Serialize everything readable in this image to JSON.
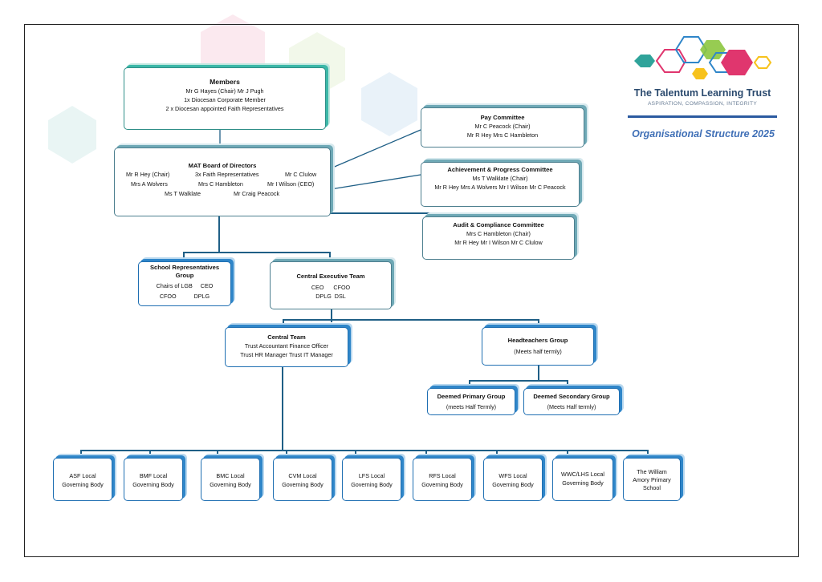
{
  "brand": {
    "name": "The Talentum Learning Trust",
    "tagline": "ASPIRATION, COMPASSION, INTEGRITY",
    "doc_title": "Organisational Structure 2025",
    "colors": {
      "teal": "#2fa39a",
      "blue": "#2f86c9",
      "pink": "#e0366e",
      "green": "#8cc63f",
      "yellow": "#f7c21c",
      "navy": "#2b4a6e"
    }
  },
  "members": {
    "title": "Members",
    "line1": "Mr G Hayes (Chair)  Mr J Pugh",
    "line2": "1x Diocesan Corporate Member",
    "line3": "2 x Diocesan appointed Faith Representatives"
  },
  "board": {
    "title": "MAT Board of Directors",
    "c1": "Mr R Hey (Chair)",
    "c2": "3x Faith Representatives",
    "c3": "Mr C Clulow",
    "c4": "Mrs A Wolvers",
    "c5": "Mrs C Hambleton",
    "c6": "Mr I Wilson (CEO)",
    "c7": "Ms T Walklate",
    "c8": "Mr Craig Peacock"
  },
  "pay": {
    "title": "Pay Committee",
    "line1": "Mr C Peacock (Chair)",
    "line2": "Mr R Hey    Mrs C Hambleton"
  },
  "achievement": {
    "title": "Achievement & Progress Committee",
    "line1": "Ms T Walklate (Chair)",
    "line2": "Mr R Hey   Mrs A Wolvers  Mr I Wilson   Mr C Peacock"
  },
  "audit": {
    "title": "Audit & Compliance Committee",
    "line1": "Mrs C Hambleton (Chair)",
    "line2": "Mr R Hey  Mr I Wilson Mr C Clulow"
  },
  "school_reps": {
    "title": "School Representatives Group",
    "line1": "Chairs of LGB     CEO",
    "line2": "CFOO           DPLG"
  },
  "cet": {
    "title": "Central Executive Team",
    "line1": "CEO      CFOO",
    "line2": "DPLG  DSL"
  },
  "central_team": {
    "title": "Central Team",
    "line1": "Trust Accountant  Finance Officer",
    "line2": "Trust HR Manager Trust IT Manager"
  },
  "headteachers": {
    "title": "Headteachers Group",
    "line1": "(Meets half termly)"
  },
  "primary": {
    "title": "Deemed Primary Group",
    "line1": "(meets Half Termly)"
  },
  "secondary": {
    "title": "Deemed Secondary Group",
    "line1": "(Meets Half termly)"
  },
  "lgbs": [
    {
      "l1": "ASF Local",
      "l2": "Governing Body"
    },
    {
      "l1": "BMF Local",
      "l2": "Governing Body"
    },
    {
      "l1": "BMC Local",
      "l2": "Governing Body"
    },
    {
      "l1": "CVM Local",
      "l2": "Governing Body"
    },
    {
      "l1": "LFS Local",
      "l2": "Governing Body"
    },
    {
      "l1": "RFS Local",
      "l2": "Governing Body"
    },
    {
      "l1": "WFS Local",
      "l2": "Governing Body"
    },
    {
      "l1": "WWC/LHS Local",
      "l2": "Governing Body"
    },
    {
      "l1": "The William",
      "l2": "Amory Primary",
      "l3": "School"
    }
  ]
}
